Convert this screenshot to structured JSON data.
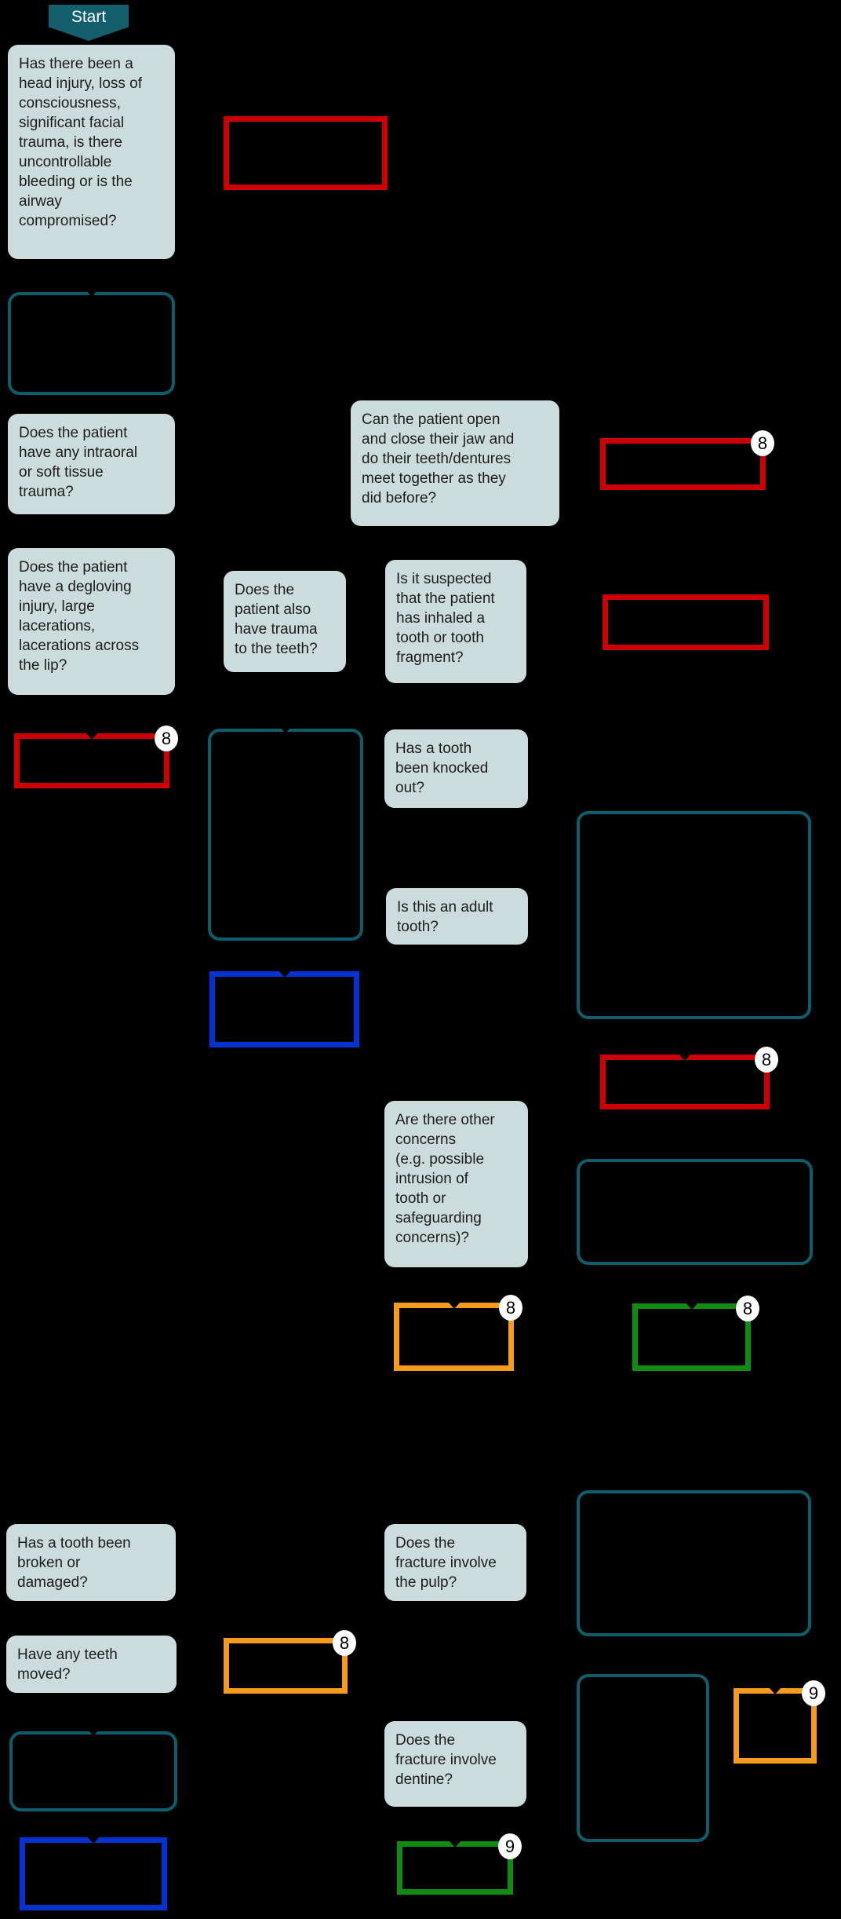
{
  "start": {
    "label": "Start"
  },
  "questions": {
    "q1": "Has there been a\nhead injury, loss of\nconsciousness,\nsignificant facial\ntrauma, is there\nuncontrollable\nbleeding or is the\nairway\ncompromised?",
    "q2": "Does the patient\nhave any intraoral\nor soft tissue\ntrauma?",
    "q3": "Can the patient open\nand close their jaw and\ndo their teeth/dentures\nmeet together as they\ndid before?",
    "q4": "Does the patient\nhave a degloving\ninjury, large\nlacerations,\nlacerations across\nthe lip?",
    "q5": "Does the\npatient also\nhave trauma\nto the teeth?",
    "q6": "Is it suspected\nthat the patient\nhas inhaled a\ntooth or tooth\nfragment?",
    "q7": "Has a tooth\nbeen knocked\nout?",
    "q8": "Is this an adult\ntooth?",
    "q9": "Are there other\nconcerns\n(e.g. possible\nintrusion of\ntooth or\nsafeguarding\nconcerns)?",
    "q10": "Has a tooth been\nbroken or\ndamaged?",
    "q11": "Does the\nfracture involve\nthe pulp?",
    "q12": "Have any teeth\nmoved?",
    "q13": "Does the\nfracture involve\ndentine?"
  },
  "badges": {
    "red2": "8",
    "red4": "8",
    "red5": "8",
    "orange1": "8",
    "orange2": "8",
    "orange3": "9",
    "green1": "8",
    "green2": "9"
  },
  "colors": {
    "background": "#000000",
    "question_fill": "#ccdbdb",
    "question_text": "#1d1d1d",
    "teal_outline": "#0d5d6c",
    "red_outline": "#cc0000",
    "blue_outline": "#0533d1",
    "orange_outline": "#f79b1d",
    "green_outline": "#108c12",
    "start_fill": "#135f6d",
    "start_text": "#ffffff",
    "badge_fill": "#ffffff",
    "badge_text": "#000000"
  }
}
